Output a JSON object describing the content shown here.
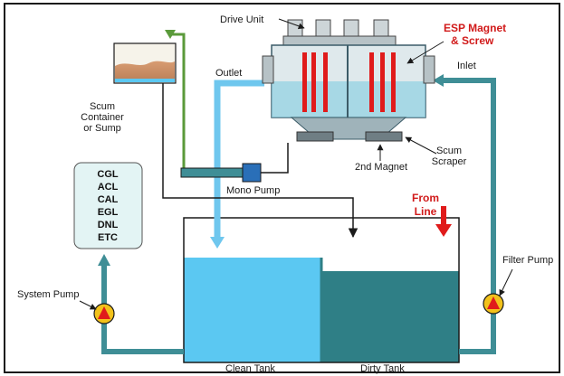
{
  "labels": {
    "drive_unit": "Drive Unit",
    "esp_magnet_line1": "ESP Magnet",
    "esp_magnet_line2": "& Screw",
    "outlet": "Outlet",
    "inlet": "Inlet",
    "scum_container_line1": "Scum",
    "scum_container_line2": "Container",
    "scum_container_line3": "or Sump",
    "scum_scraper_line1": "Scum",
    "scum_scraper_line2": "Scraper",
    "second_magnet": "2nd Magnet",
    "mono_pump": "Mono Pump",
    "from_line_line1": "From",
    "from_line_line2": "Line",
    "system_pump": "System Pump",
    "filter_pump": "Filter Pump",
    "clean_tank": "Clean Tank",
    "dirty_tank": "Dirty Tank"
  },
  "plant_lines": [
    "CGL",
    "ACL",
    "CAL",
    "EGL",
    "DNL",
    "ETC"
  ],
  "colors": {
    "frame": "#1a1a1a",
    "pipe_teal": "#3f8e96",
    "pipe_light_blue": "#6fc7ee",
    "clean_water": "#5bc8f2",
    "dirty_water": "#2f7f86",
    "pipe_green": "#5a9a3a",
    "magnet_red": "#e01b1b",
    "pump_yellow": "#f2c21b",
    "label_red": "#d11a1a",
    "box_fill": "#e3f4f4"
  }
}
